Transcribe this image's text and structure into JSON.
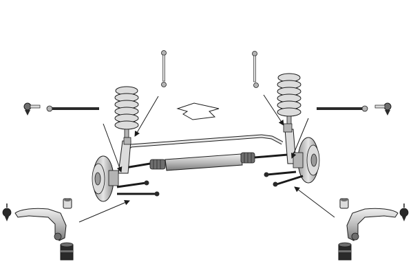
{
  "diagram": {
    "kind": "exploded-parts-illustration",
    "palette": {
      "outline": "#1a1a1a",
      "fill_light": "#dcdcdc",
      "fill_mid": "#b4b4b4",
      "fill_dark": "#6e6e6e",
      "fill_black": "#2a2a2a",
      "background": "#ffffff"
    },
    "parts": [
      {
        "id": "stabilizer-link-left",
        "icon": "stabilizer-link-icon"
      },
      {
        "id": "stabilizer-link-right",
        "icon": "stabilizer-link-icon"
      },
      {
        "id": "coil-spring-left",
        "icon": "coil-spring-icon"
      },
      {
        "id": "coil-spring-right",
        "icon": "coil-spring-icon"
      },
      {
        "id": "tie-rod-end-left",
        "icon": "tie-rod-end-icon"
      },
      {
        "id": "tie-rod-end-right",
        "icon": "tie-rod-end-icon"
      },
      {
        "id": "inner-tie-rod-left",
        "icon": "inner-tie-rod-icon"
      },
      {
        "id": "inner-tie-rod-right",
        "icon": "inner-tie-rod-icon"
      },
      {
        "id": "steering-rack",
        "icon": "steering-rack-icon"
      },
      {
        "id": "stabilizer-bar",
        "icon": "stabilizer-bar-icon"
      },
      {
        "id": "brake-disc-left",
        "icon": "brake-disc-icon"
      },
      {
        "id": "brake-disc-right",
        "icon": "brake-disc-icon"
      },
      {
        "id": "control-arm-left",
        "icon": "control-arm-icon"
      },
      {
        "id": "control-arm-right",
        "icon": "control-arm-icon"
      },
      {
        "id": "ball-joint-left",
        "icon": "ball-joint-icon"
      },
      {
        "id": "ball-joint-right",
        "icon": "ball-joint-icon"
      },
      {
        "id": "bushing-left",
        "icon": "bushing-icon"
      },
      {
        "id": "bushing-right",
        "icon": "bushing-icon"
      },
      {
        "id": "direction-arrow",
        "icon": "direction-arrow-icon"
      }
    ]
  }
}
